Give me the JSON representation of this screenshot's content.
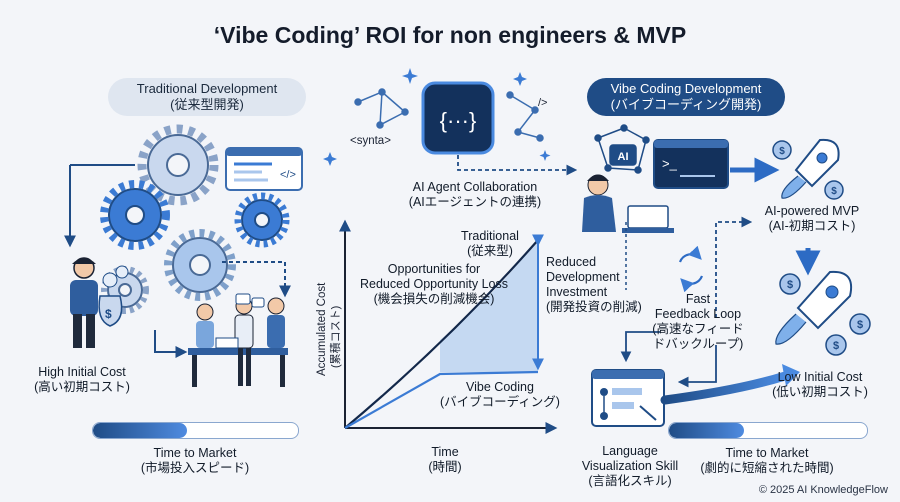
{
  "title": "‘Vibe Coding’ ROI for non engineers & MVP",
  "traditional": {
    "header_en": "Traditional Development",
    "header_ja": "(従来型開発)",
    "cost_en": "High Initial Cost",
    "cost_ja": "(高い初期コスト)",
    "ttm_en": "Time to Market",
    "ttm_ja": "(市場投入スピード)",
    "ttm_progress": 0.46
  },
  "vibe": {
    "header_en": "Vibe Coding Development",
    "header_ja": "(バイブコーディング開発)",
    "mvp_en": "AI-powered MVP",
    "mvp_ja": "(AI-初期コスト)",
    "cost_en": "Low Initial Cost",
    "cost_ja": "(低い初期コスト)",
    "ttm_en": "Time to Market",
    "ttm_ja": "(劇的に短縮された時間)",
    "ttm_progress": 0.38
  },
  "center": {
    "code_icon": "{···}",
    "syntax_text": "<synta>",
    "tag_text": "/>",
    "agent_en": "AI Agent Collaboration",
    "agent_ja": "(AIエージェントの連携)",
    "terminal_prompt": ">_",
    "ai_badge": "AI"
  },
  "loop": {
    "en1": "Fast",
    "en2": "Feedback Loop",
    "ja1": "(高速なフィード",
    "ja2": "ドバックループ)"
  },
  "language": {
    "en1": "Language",
    "en2": "Visualization Skill",
    "ja": "(言語化スキル)"
  },
  "chart": {
    "ylabel_en": "Accumulated Cost",
    "ylabel_ja": "(累積コスト)",
    "xlabel_en": "Time",
    "xlabel_ja": "(時間)",
    "traditional_en": "Traditional",
    "traditional_ja": "(従来型)",
    "vibe_en": "Vibe Coding",
    "vibe_ja": "(バイブコーディング)",
    "opportunity_en1": "Opportunities for",
    "opportunity_en2": "Reduced Opportunity Loss",
    "opportunity_ja": "(機会損失の削減機会)",
    "reduced_en1": "Reduced",
    "reduced_en2": "Development",
    "reduced_en3": "Investment",
    "reduced_ja": "(開発投資の削減)"
  },
  "copyright": "© 2025 AI KnowledgeFlow",
  "colors": {
    "navy": "#1f4c86",
    "blue": "#3b7bd4",
    "light_blue": "#a9c6ec",
    "pale_bg": "#f3f5f9"
  },
  "icons": [
    "gear-icon",
    "code-window-icon",
    "money-bag-icon",
    "person-icon",
    "team-icon",
    "code-braces-icon",
    "ai-brain-icon",
    "terminal-icon",
    "rocket-icon",
    "coin-icon",
    "refresh-icon",
    "flowchart-window-icon",
    "sparkle-icon",
    "laptop-icon"
  ]
}
